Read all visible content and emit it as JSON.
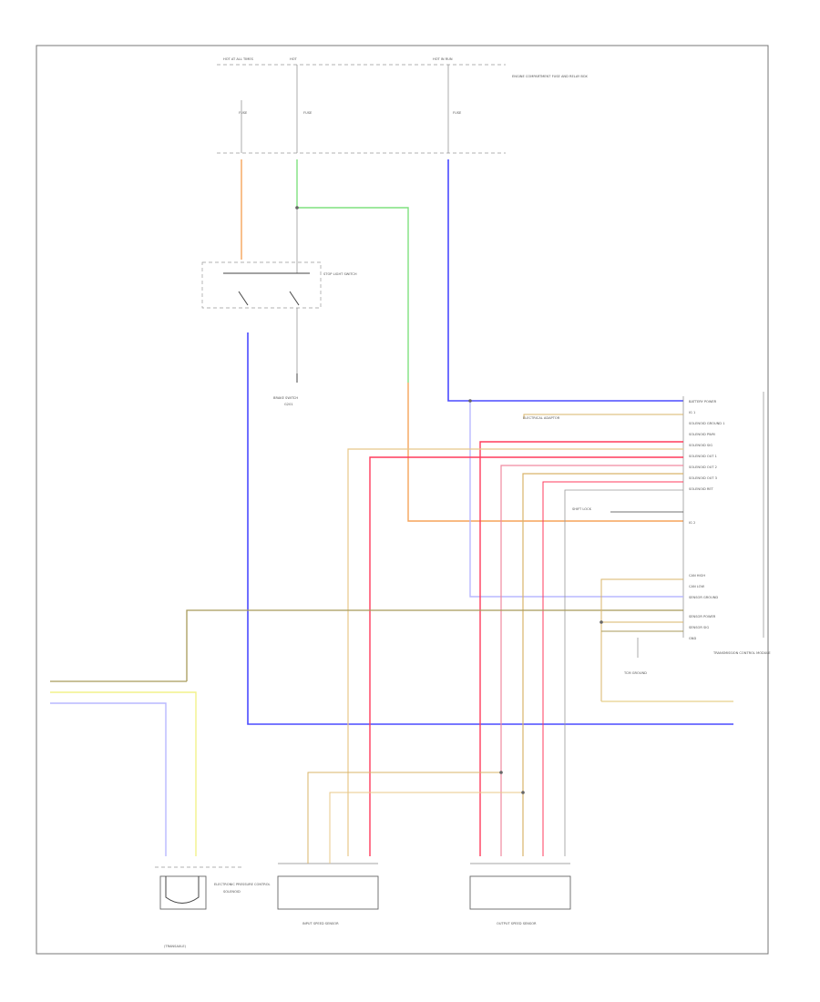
{
  "diagram": {
    "page_ref": "",
    "power": {
      "hot_at_all_times": "HOT AT ALL TIMES",
      "hot": "HOT",
      "hot_in_run": "HOT IN RUN",
      "fuse_panel": "ENGINE COMPARTMENT FUSE AND RELAY BOX",
      "fuse_1": "FUSE",
      "fuse_2": "FUSE",
      "fuse_3": "FUSE"
    },
    "switches": {
      "brake_switch": "STOP LIGHT SWITCH",
      "brake_ground": "BRAKE SWITCH",
      "brake_ground_sub": "G201"
    },
    "modules": {
      "dcm_title": "TRANSMISSION CONTROL MODULE",
      "gear_select": "SHIFT LOCK",
      "elec_adapter": "ELECTRICAL ADAPTOR",
      "tcm_ground": "TCM GROUND"
    },
    "bottom": {
      "solenoid_label": "ELECTRONIC PRESSURE CONTROL",
      "solenoid_sub": "SOLENOID",
      "left_sensor": "INPUT SPEED SENSOR",
      "right_sensor": "OUTPUT SPEED SENSOR",
      "transaxle": "(TRANSAXLE)"
    },
    "tcm_pins": [
      "BATTERY POWER",
      "IG 1",
      "SOLENOID GROUND 1",
      "SOLENOID PWM",
      "SOLENOID SIG",
      "SOLENOID OUT 1",
      "SOLENOID OUT 2",
      "SOLENOID OUT 3",
      "SOLENOID RET",
      "IG 2",
      "CAN HIGH",
      "CAN LOW",
      "SENSOR GROUND",
      "SENSOR POWER",
      "SENSOR SIG",
      "GND"
    ],
    "wire_colors": {
      "blue": "#4a4aff",
      "green": "#7fe07f",
      "orange": "#f5a45a",
      "red": "#ff3b5c",
      "pink": "#f08aa0",
      "tan": "#d9b46a",
      "olive": "#a89a5a",
      "yellow": "#f2f28a",
      "lavender": "#b8b8ff",
      "gray": "#9a9a9a"
    },
    "icons": [
      "switch-icon",
      "ground-icon",
      "connector-icon",
      "sensor-icon"
    ]
  }
}
